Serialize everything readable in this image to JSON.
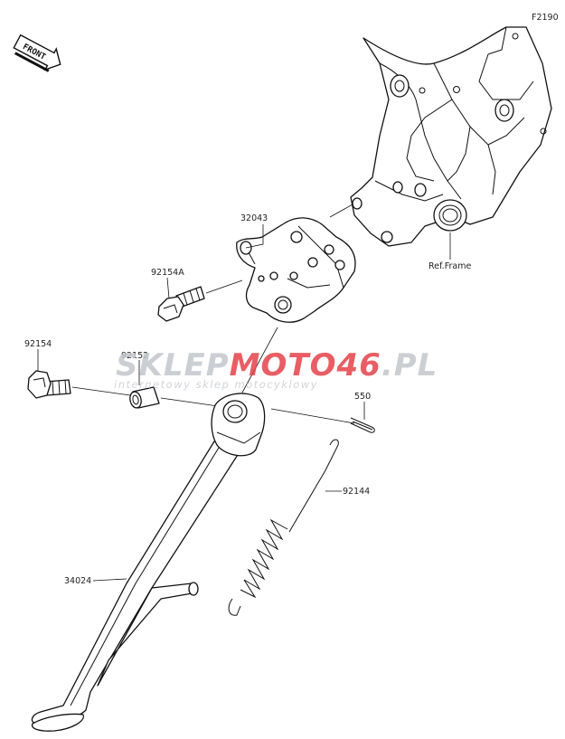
{
  "figure_code": "F2190",
  "direction_badge": "FRONT",
  "watermark": {
    "prefix": "SKLEP",
    "highlight": "MOTO46",
    "suffix": ".PL",
    "tagline": "internetowy sklep motocyklowy",
    "colors": {
      "gray": "#c3c7cd",
      "red": "#e4434a"
    }
  },
  "callouts": [
    {
      "id": "32043"
    },
    {
      "id": "92154A"
    },
    {
      "id": "92154"
    },
    {
      "id": "92152"
    },
    {
      "id": "550"
    },
    {
      "id": "92144"
    },
    {
      "id": "34024"
    }
  ],
  "reference_label": "Ref.Frame"
}
